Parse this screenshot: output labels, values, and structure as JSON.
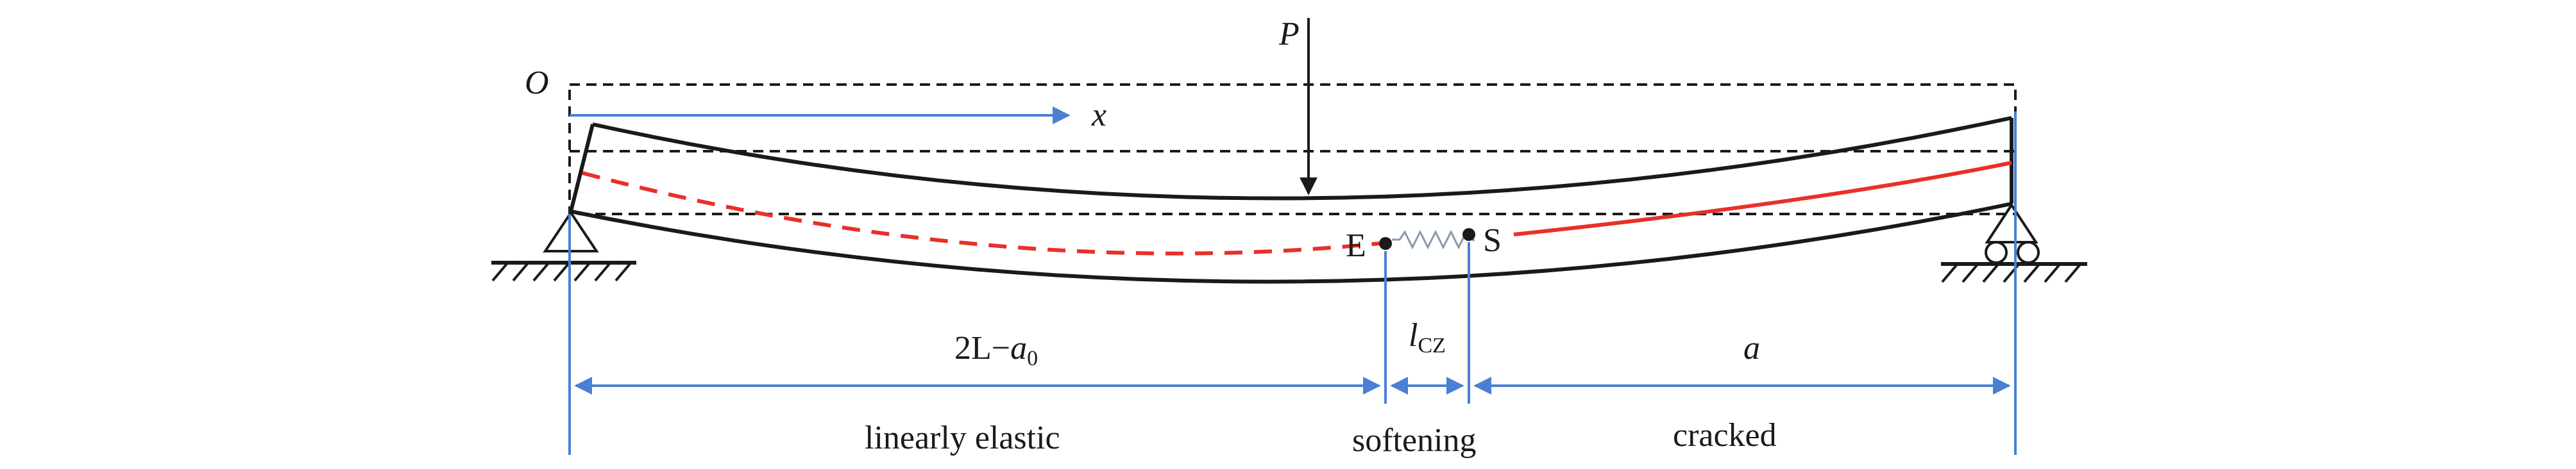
{
  "labels": {
    "load": "P",
    "origin": "O",
    "x_axis": "x",
    "point_e": "E",
    "point_s": "S",
    "dim_left_main": "2L",
    "dim_left_minus": "−",
    "dim_left_a": "a",
    "dim_left_sub": "0",
    "dim_mid_main": "l",
    "dim_mid_sub": "CZ",
    "dim_right": "a",
    "zone_elastic": "linearly elastic",
    "zone_softening": "softening",
    "zone_cracked": "cracked"
  },
  "colors": {
    "beam": "#1a1a1a",
    "crack": "#e8302a",
    "dimension": "#4a7fd4",
    "spring": "#8a9aa8"
  }
}
